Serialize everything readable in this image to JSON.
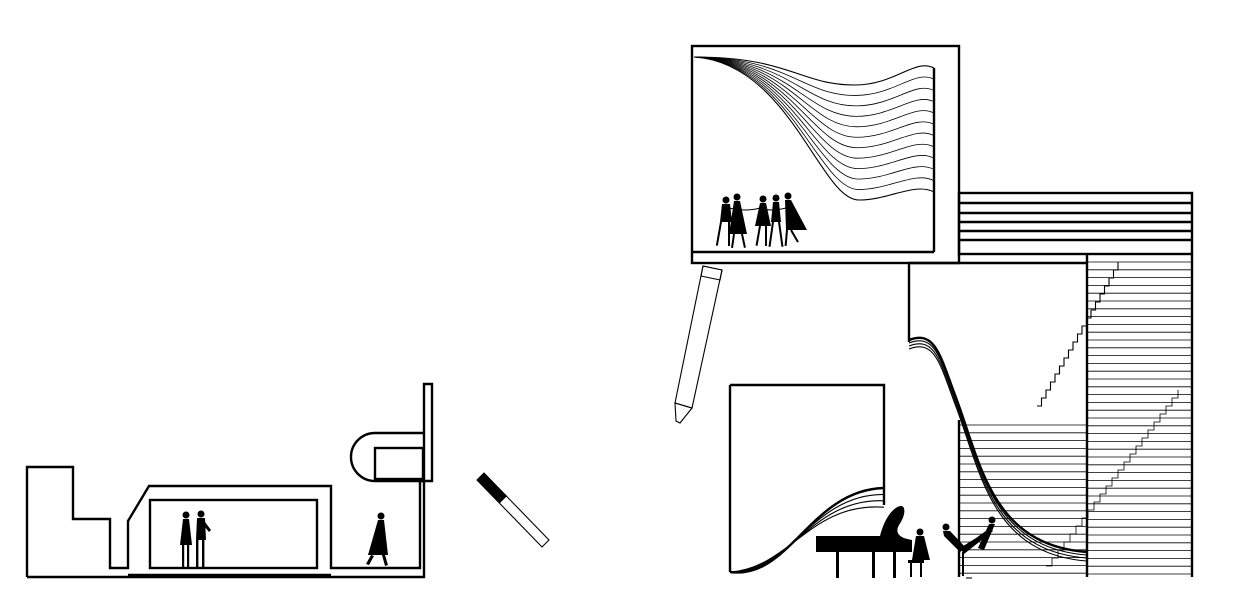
{
  "diagram": {
    "kind": "architectural-section-drawing",
    "colors": {
      "line": "#000000",
      "background": "#ffffff"
    },
    "figure_groups": [
      {
        "name": "couple-figures",
        "count": 2
      },
      {
        "name": "walking-woman-figure",
        "count": 1
      },
      {
        "name": "dancers-figures",
        "count": 5
      },
      {
        "name": "pianist-figure",
        "count": 1
      },
      {
        "name": "conductor-figure",
        "count": 1
      }
    ],
    "objects": [
      "grand-piano",
      "curved-wall-sheets",
      "stair-treads",
      "tilted-panel",
      "tilted-small-panel"
    ]
  }
}
